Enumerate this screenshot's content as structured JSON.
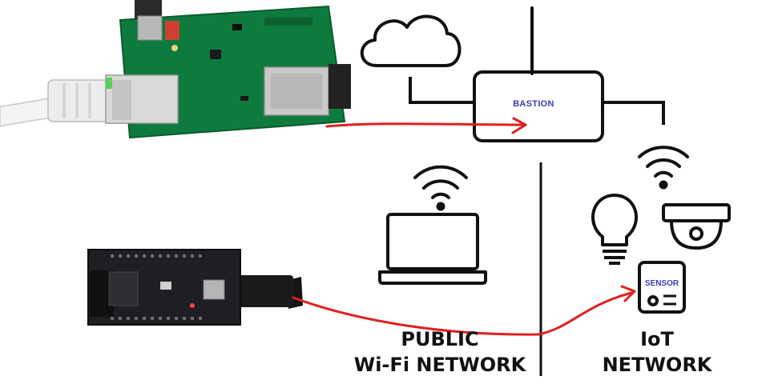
{
  "labels": {
    "bastion": "BASTION",
    "sensor": "SENSOR"
  },
  "networks": {
    "public": {
      "line1": "PUBLIC",
      "line2": "Wi-Fi NETWORK"
    },
    "iot": {
      "line1": "IoT",
      "line2": "NETWORK"
    }
  },
  "colors": {
    "arrow": "#e02020",
    "diagram_stroke": "#111111",
    "label_blue": "#3a3ab8",
    "pcb_green": "#0f7a3e",
    "esp_board": "#1d1f22"
  },
  "icons": [
    "cloud-icon",
    "router-icon",
    "wifi-icon",
    "laptop-icon",
    "lightbulb-icon",
    "security-camera-icon",
    "sensor-icon"
  ]
}
